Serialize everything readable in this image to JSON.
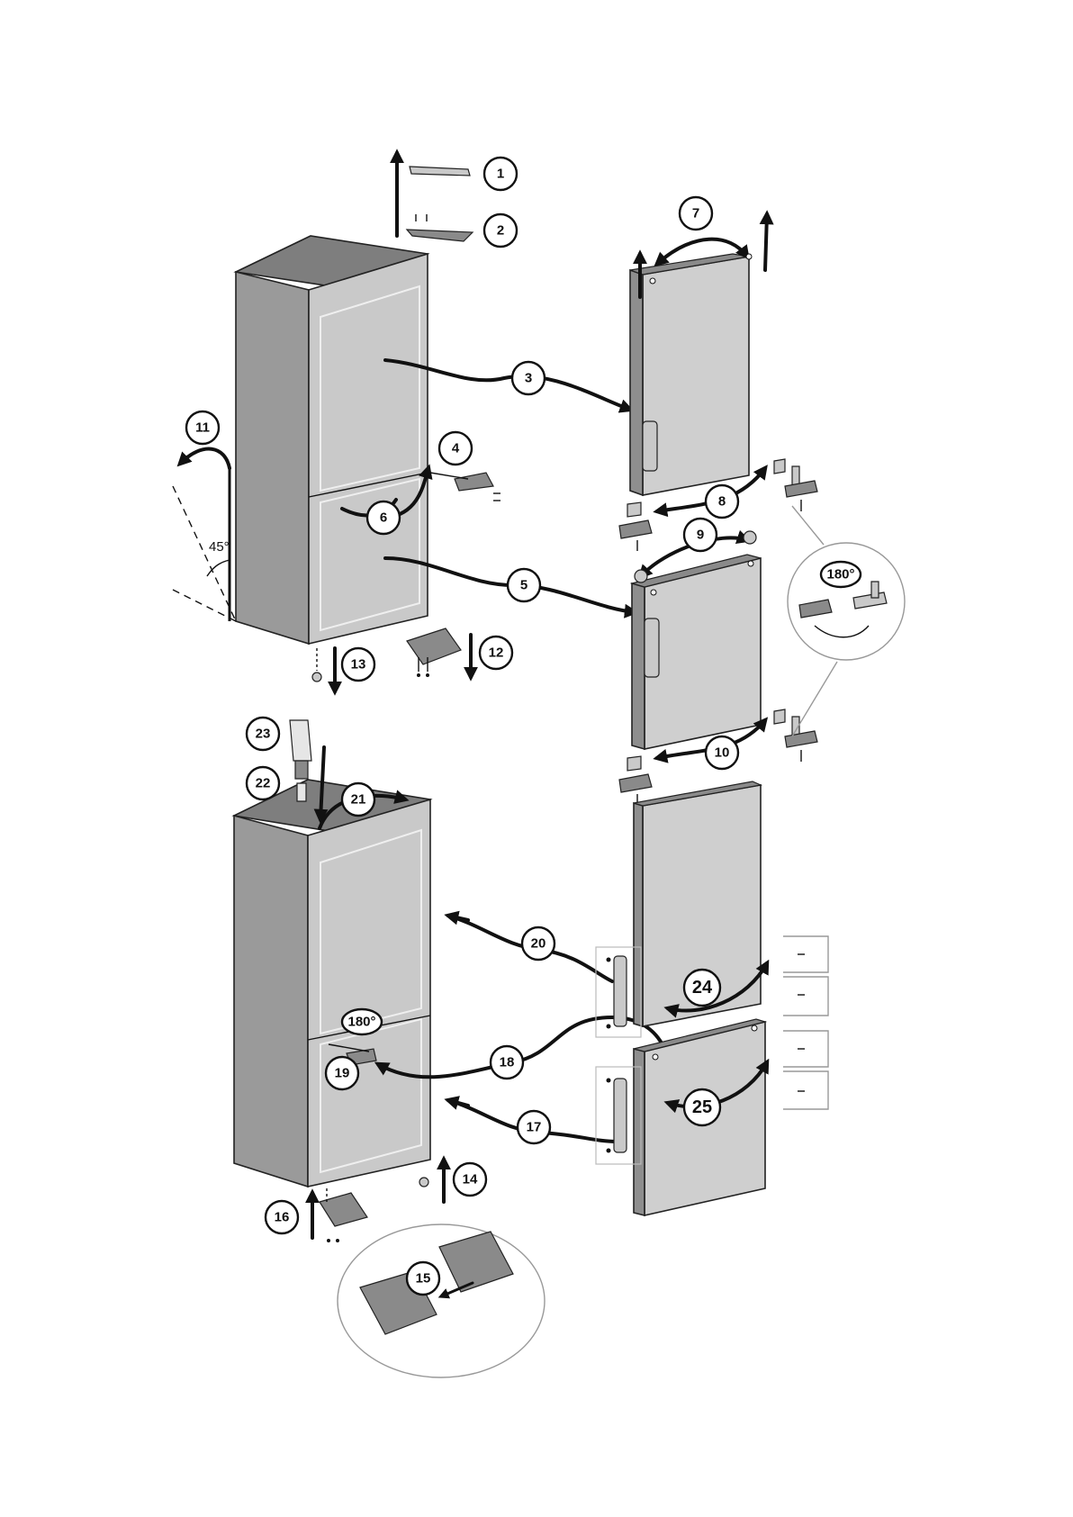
{
  "angle_label": "45°",
  "rotation_label": "180°",
  "callouts": [
    "1",
    "2",
    "3",
    "4",
    "5",
    "6",
    "7",
    "8",
    "9",
    "10",
    "11",
    "12",
    "13",
    "14",
    "15",
    "16",
    "17",
    "18",
    "19",
    "20",
    "21",
    "22",
    "23",
    "24",
    "25"
  ]
}
